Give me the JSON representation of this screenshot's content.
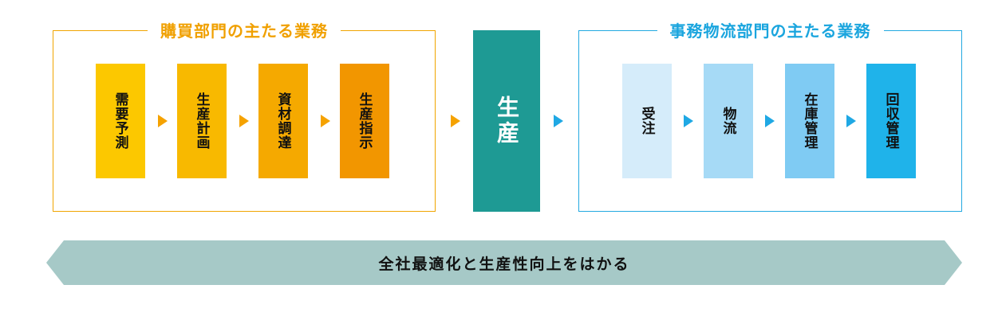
{
  "purchase": {
    "title": "購買部門の主たる業務",
    "steps": [
      "需要予測",
      "生産計画",
      "資材調達",
      "生産指示"
    ]
  },
  "production": {
    "label": "生産"
  },
  "logistics": {
    "title": "事務物流部門の主たる業務",
    "steps": [
      "受注",
      "物流",
      "在庫管理",
      "回収管理"
    ]
  },
  "banner": {
    "text": "全社最適化と生産性向上をはかる"
  },
  "colors": {
    "purchase_border": "#f0a500",
    "purchase_steps": [
      "#fcc800",
      "#f8b900",
      "#f5a900",
      "#f29600"
    ],
    "arrow_orange": "#f5a200",
    "production": "#1e9a94",
    "logistics_border": "#23a9e1",
    "logistics_steps": [
      "#d5ecfa",
      "#a6daf6",
      "#7fcbf3",
      "#1fb3ea"
    ],
    "arrow_blue": "#1fa8e4",
    "banner_fill": "#a6c9c7"
  }
}
